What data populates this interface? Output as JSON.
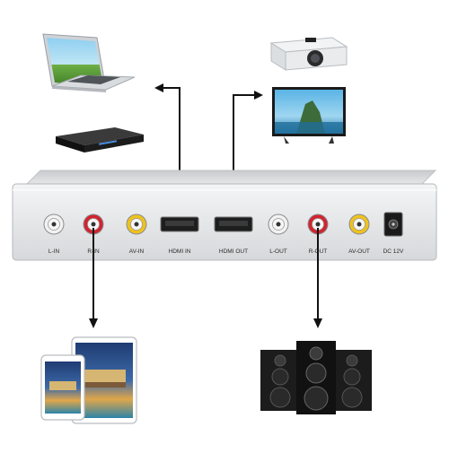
{
  "ports": [
    {
      "id": "l-in",
      "label": "L-IN",
      "kind": "rca",
      "color": "#f2f2f2"
    },
    {
      "id": "r-in",
      "label": "R-IN",
      "kind": "rca",
      "color": "#d3232e"
    },
    {
      "id": "av-in",
      "label": "AV-IN",
      "kind": "rca",
      "color": "#efc21d"
    },
    {
      "id": "hdmi-in",
      "label": "HDMI IN",
      "kind": "hdmi",
      "color": "#222222"
    },
    {
      "id": "hdmi-out",
      "label": "HDMI OUT",
      "kind": "hdmi",
      "color": "#222222"
    },
    {
      "id": "l-out",
      "label": "L-OUT",
      "kind": "rca",
      "color": "#f2f2f2"
    },
    {
      "id": "r-out",
      "label": "R-OUT",
      "kind": "rca",
      "color": "#d3232e"
    },
    {
      "id": "av-out",
      "label": "AV-OUT",
      "kind": "rca",
      "color": "#efc21d"
    },
    {
      "id": "dc-12v",
      "label": "DC 12V",
      "kind": "dc",
      "color": "#1a1a1a"
    }
  ],
  "devices": [
    {
      "id": "laptop",
      "icon": "laptop-icon"
    },
    {
      "id": "dvd-player",
      "icon": "dvd-player-icon"
    },
    {
      "id": "projector",
      "icon": "projector-icon"
    },
    {
      "id": "tv",
      "icon": "tv-icon"
    },
    {
      "id": "tablet-phone",
      "icon": "tablet-phone-icon"
    },
    {
      "id": "speakers",
      "icon": "speakers-icon"
    }
  ],
  "colors": {
    "device_body": "#d9dbde",
    "device_front": "#eceef0",
    "arrow": "#111111",
    "rca_red": "#d3232e",
    "rca_yellow": "#efc21d"
  }
}
